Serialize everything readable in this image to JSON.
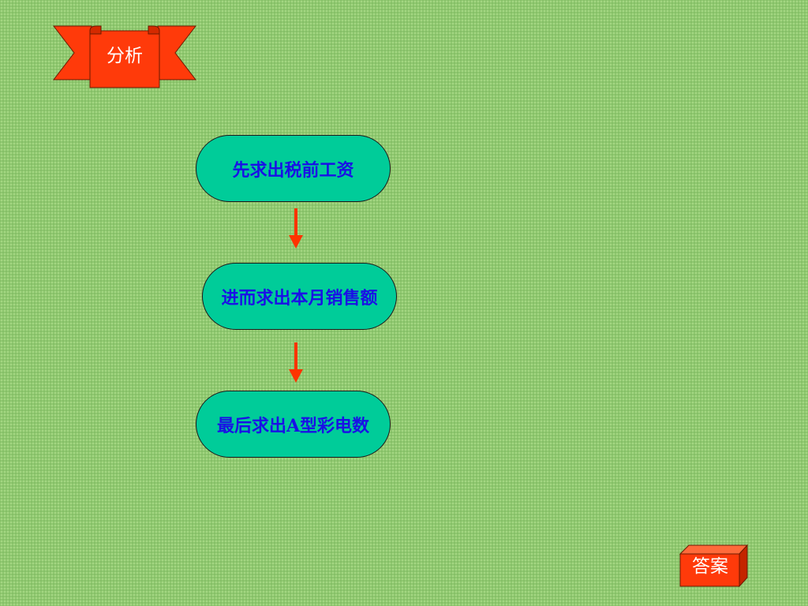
{
  "header": {
    "badge_label": "分析"
  },
  "flowchart": {
    "steps": [
      {
        "label": "先求出税前工资"
      },
      {
        "label": "进而求出本月销售额"
      },
      {
        "label": "最后求出A型彩电数"
      }
    ]
  },
  "footer": {
    "answer_label": "答案"
  },
  "colors": {
    "background": "#8fc870",
    "node_fill": "#00cc99",
    "node_text": "#1a10e6",
    "arrow": "#ff3300",
    "badge": "#ff3300"
  }
}
